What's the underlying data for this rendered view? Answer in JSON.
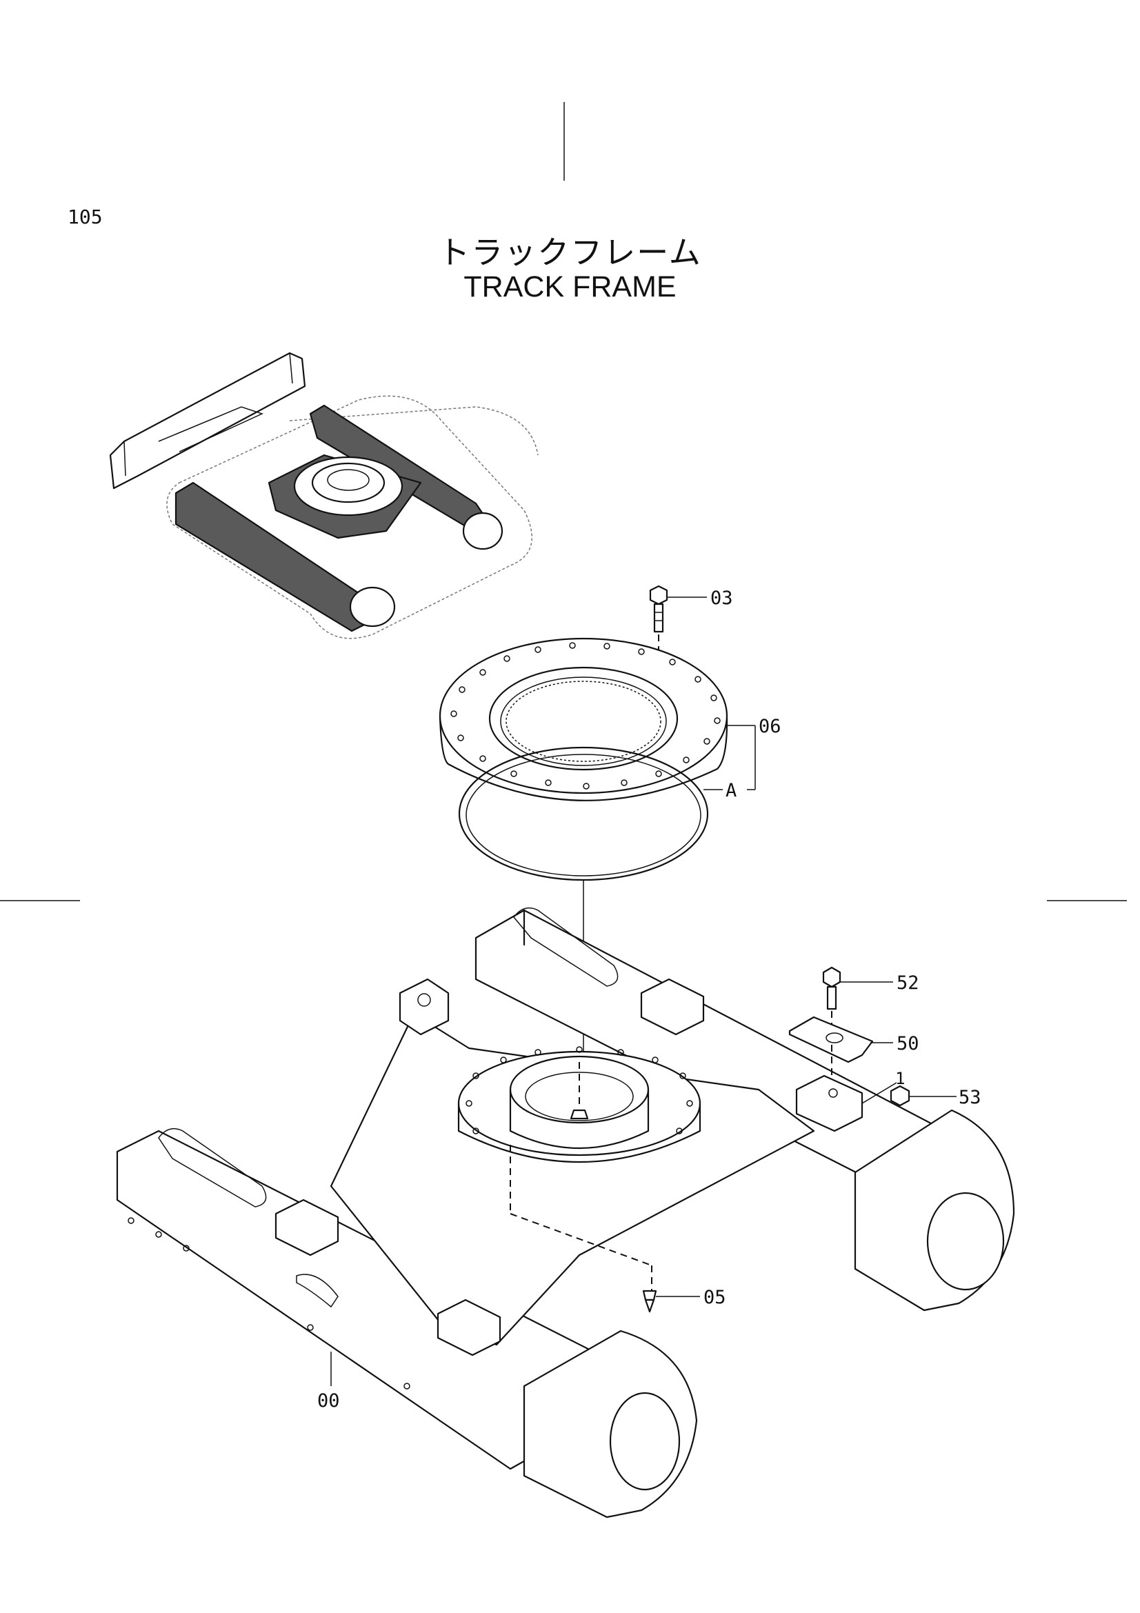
{
  "page": {
    "number": "105"
  },
  "title": {
    "japanese": "トラックフレーム",
    "english": "TRACK FRAME"
  },
  "callouts": {
    "bolt_03": "03",
    "bearing_06": "06",
    "sub_a": "A",
    "bolt_52": "52",
    "plate_50": "50",
    "nut_53": "53",
    "grease_05": "05",
    "frame_00": "00"
  },
  "small_mark": "1"
}
